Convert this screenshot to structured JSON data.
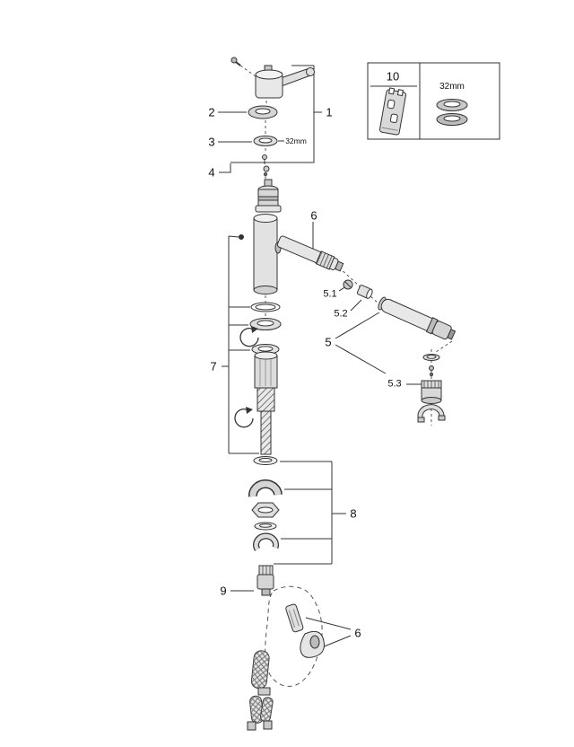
{
  "diagram": {
    "callouts": {
      "part1": "1",
      "part2": "2",
      "part3": "3",
      "part4": "4",
      "part5": "5",
      "part5_1": "5.1",
      "part5_2": "5.2",
      "part5_3": "5.3",
      "part6_spout": "6",
      "part6_holder": "6",
      "part7": "7",
      "part8": "8",
      "part9": "9"
    },
    "annotations": {
      "ring_size": "32mm"
    },
    "legend": {
      "tool_number": "10",
      "gasket_size": "32mm"
    },
    "colors": {
      "line": "#333333",
      "metal_light": "#e6e6e6",
      "metal_mid": "#cccccc",
      "background": "#ffffff"
    }
  }
}
